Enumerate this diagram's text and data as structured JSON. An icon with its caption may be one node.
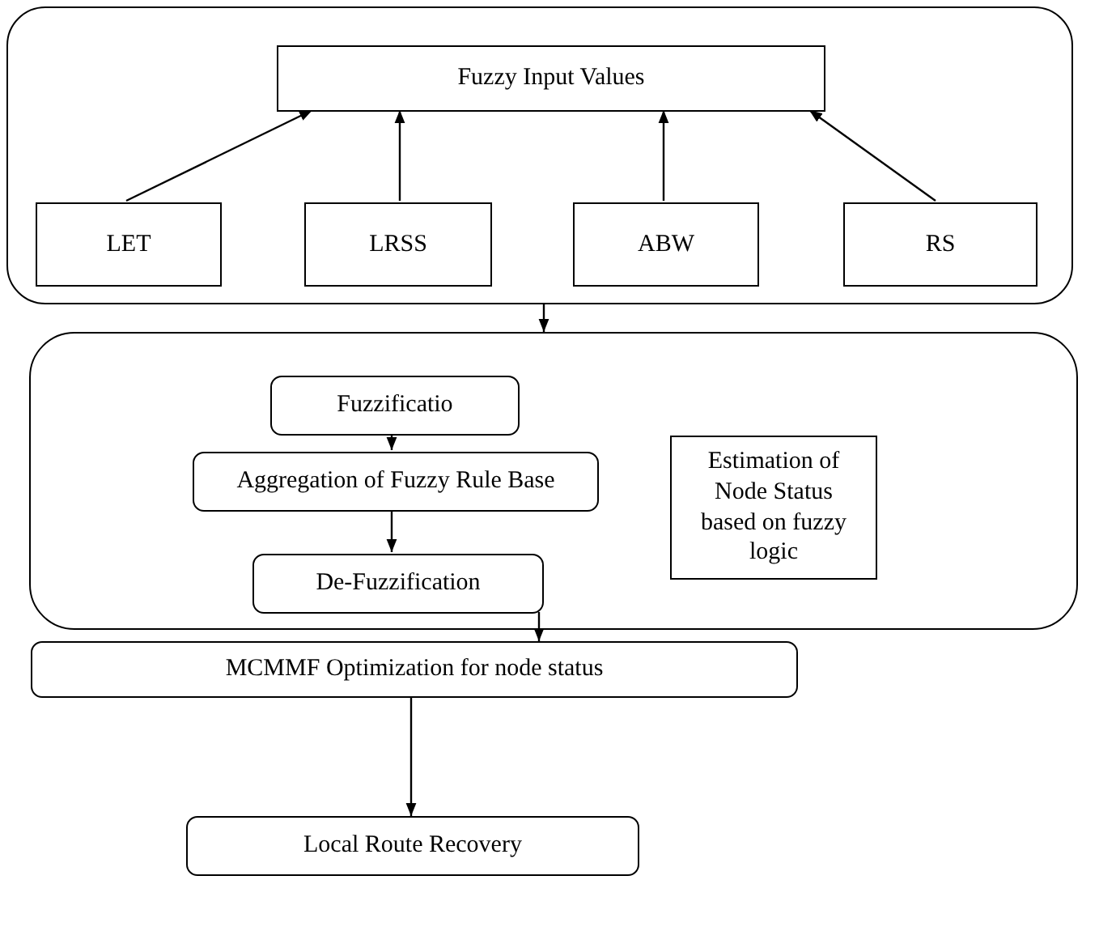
{
  "diagram": {
    "nodes": [
      {
        "text": [],
        "shape": "box"
      },
      {
        "text": [
          "Fuzzy Input Values"
        ],
        "in": 0
      },
      {
        "text": [
          "LET"
        ],
        "in": 0
      },
      {
        "text": [
          "LRSS"
        ],
        "in": 0
      },
      {
        "text": [
          "ABW"
        ],
        "in": 0
      },
      {
        "text": [
          "RS"
        ],
        "in": 0
      },
      {
        "text": [],
        "shape": "box"
      },
      {
        "text": [
          "Fuzzificatio"
        ],
        "in": 6
      },
      {
        "text": [
          "Aggregation of Fuzzy Rule Base"
        ],
        "in": 6
      },
      {
        "text": [
          "De-Fuzzification"
        ],
        "in": 6
      },
      {
        "text": [
          "Estimation of Node Status based on fuzzy logic"
        ],
        "in": 6
      },
      {
        "text": [
          "MCMMF Optimization for node status"
        ]
      },
      {
        "text": [
          "Local Route Recovery"
        ]
      }
    ],
    "edges": [
      {
        "from": 2,
        "to": 1,
        "arrow": "to"
      },
      {
        "from": 3,
        "to": 1,
        "arrow": "to"
      },
      {
        "from": 4,
        "to": 1,
        "arrow": "to"
      },
      {
        "from": 5,
        "to": 1,
        "arrow": "to"
      },
      {
        "from": 0,
        "to": 6,
        "arrow": "to"
      },
      {
        "from": 7,
        "to": 8,
        "arrow": "to"
      },
      {
        "from": 8,
        "to": 9,
        "arrow": "to"
      },
      {
        "from": 9,
        "to": 11,
        "arrow": "to"
      },
      {
        "from": 11,
        "to": 12,
        "arrow": "to"
      }
    ]
  }
}
